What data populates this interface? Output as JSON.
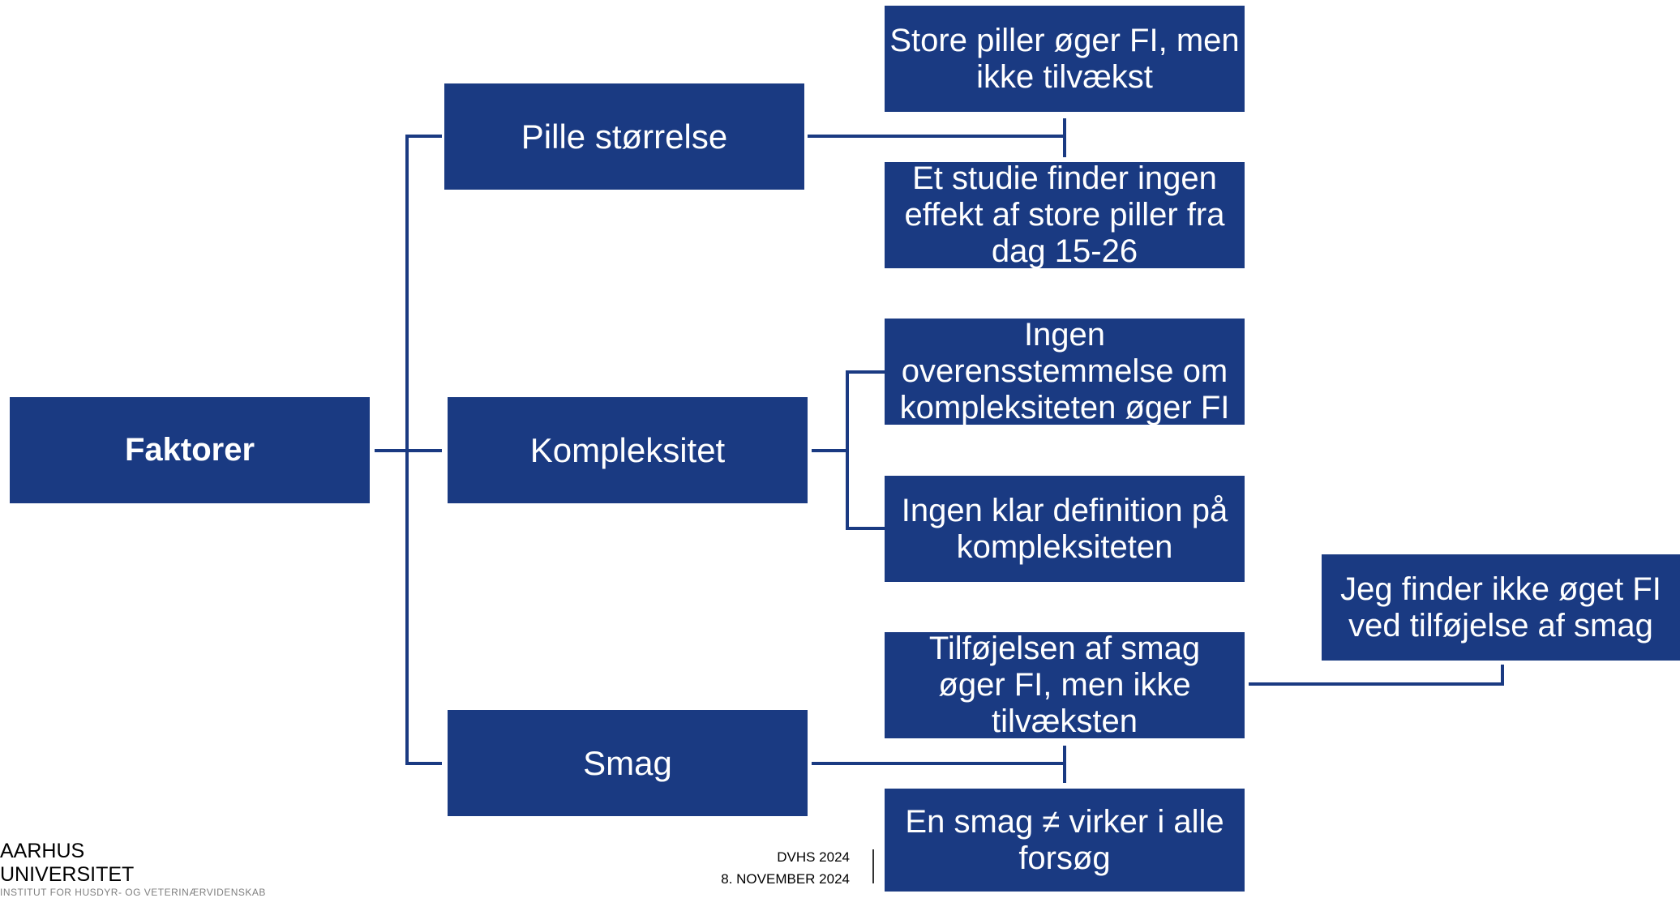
{
  "colors": {
    "box_fill": "#1a3a82",
    "box_text": "#ffffff",
    "connector": "#1a3a82"
  },
  "root": {
    "label": "Faktorer"
  },
  "factors": [
    {
      "label": "Pille størrelse",
      "findings": [
        "Store piller øger FI, men\nikke tilvækst",
        "Et studie finder ingen\neffekt af store piller fra\ndag 15-26"
      ]
    },
    {
      "label": "Kompleksitet",
      "findings": [
        "Ingen\noverensstemmelse om\nkompleksiteten øger FI",
        "Ingen klar definition på\nkompleksiteten"
      ]
    },
    {
      "label": "Smag",
      "findings": [
        "Tilføjelsen af smag\nøger FI, men ikke\ntilvæksten",
        "En smag ≠ virker i alle\nforsøg"
      ],
      "note": "Jeg finder ikke øget FI\nved tilføjelse af smag"
    }
  ],
  "footer": {
    "logo_line1": "AARHUS",
    "logo_line2": "UNIVERSITET",
    "logo_sub": "INSTITUT FOR HUSDYR- OG VETERINÆRVIDENSKAB",
    "event": "DVHS 2024",
    "date": "8. NOVEMBER 2024"
  }
}
